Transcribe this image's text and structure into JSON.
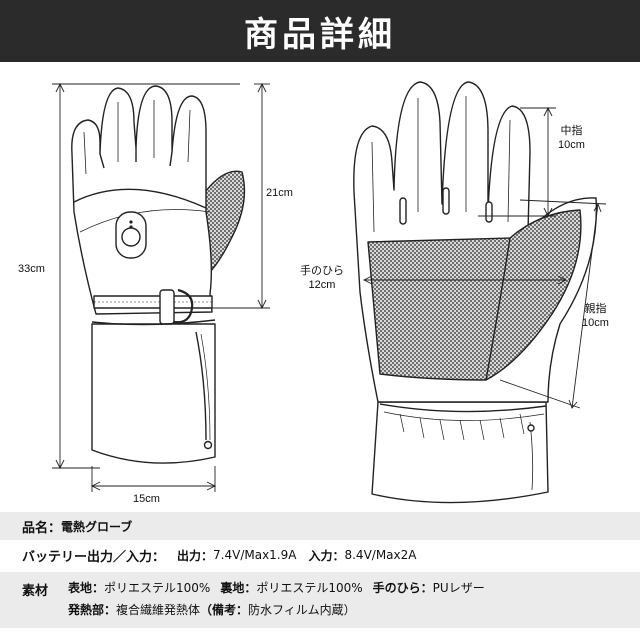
{
  "header": {
    "title": "商品詳細"
  },
  "dimensions": {
    "total_length": "33cm",
    "hand_length": "21cm",
    "width": "15cm",
    "middle_finger": [
      "中指",
      "10cm"
    ],
    "palm": [
      "手のひら",
      "12cm"
    ],
    "thumb": [
      "親指",
      "10cm"
    ]
  },
  "specs": {
    "name_label": "品名",
    "name_colon": "：",
    "name_value": "電熱グローブ",
    "battery_label": "バッテリー出力／入力：",
    "output_label": "出力：",
    "output_value": "7.4V/Max1.9A",
    "input_label": "入力：",
    "input_value": "8.4V/Max2A",
    "material_label": "素材",
    "outer_label": "表地：",
    "outer_value": "ポリエステル100%",
    "lining_label": "裏地：",
    "lining_value": "ポリエステル100%",
    "palm_label": "手のひら：",
    "palm_value": "PUレザー",
    "heating_label": "発熱部：",
    "heating_value": "複合繊維発熱体",
    "note_label": "（備考：",
    "note_value": "防水フィルム内蔵）"
  },
  "colors": {
    "header_bg": "#2b2b2b",
    "row_bg": "#ebebeb",
    "mesh": "#8a8a8a"
  }
}
